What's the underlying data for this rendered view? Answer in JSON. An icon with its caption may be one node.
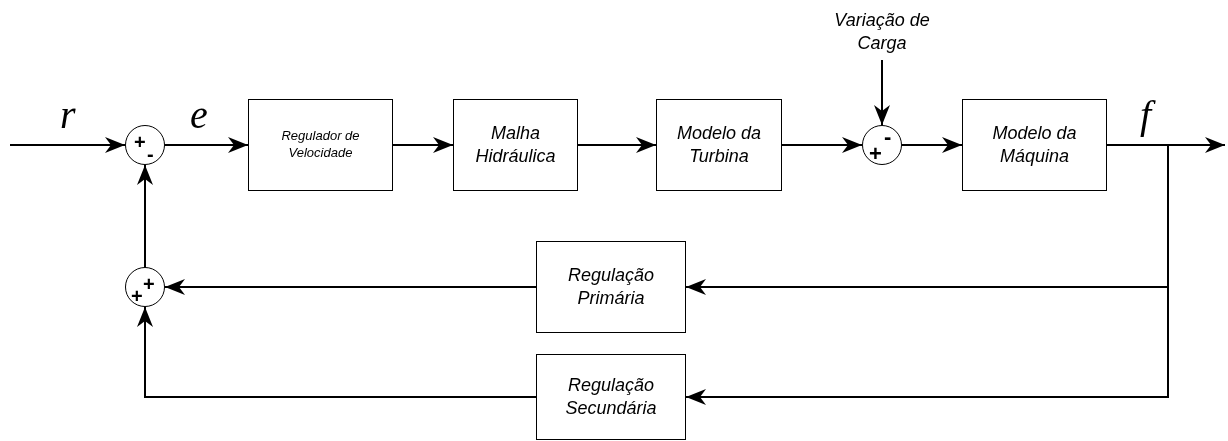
{
  "diagram": {
    "nodes": [
      {
        "text": [
          "+",
          "-"
        ]
      },
      {
        "text": [
          "Regulador de Velocidade"
        ]
      },
      {
        "text": [
          "Malha Hidráulica"
        ]
      },
      {
        "text": [
          "Modelo da Turbina"
        ]
      },
      {
        "text": [
          "Variação de Carga"
        ]
      },
      {
        "text": [
          "-",
          "+"
        ]
      },
      {
        "text": [
          "Modelo da Máquina"
        ]
      },
      {
        "text": [
          "Regulação Primária"
        ]
      },
      {
        "text": [
          "+",
          "+"
        ]
      },
      {
        "text": [
          "Regulação Secundária"
        ]
      }
    ],
    "edges": [
      {
        "from": null,
        "to": 0,
        "arrow": "to",
        "label": "r"
      },
      {
        "from": 0,
        "to": 1,
        "arrow": "to",
        "label": "e"
      },
      {
        "from": 1,
        "to": 2,
        "arrow": "to"
      },
      {
        "from": 2,
        "to": 3,
        "arrow": "to"
      },
      {
        "from": 3,
        "to": 5,
        "arrow": "to"
      },
      {
        "from": 4,
        "to": 5,
        "arrow": "to"
      },
      {
        "from": 5,
        "to": 6,
        "arrow": "to"
      },
      {
        "from": 6,
        "to": null,
        "arrow": "to",
        "label": "f"
      },
      {
        "from": 6,
        "to": 7,
        "arrow": "to"
      },
      {
        "from": 6,
        "to": 9,
        "arrow": "to"
      },
      {
        "from": 7,
        "to": 8,
        "arrow": "to"
      },
      {
        "from": 9,
        "to": 8,
        "arrow": "to"
      },
      {
        "from": 8,
        "to": 0,
        "arrow": "to"
      }
    ]
  }
}
